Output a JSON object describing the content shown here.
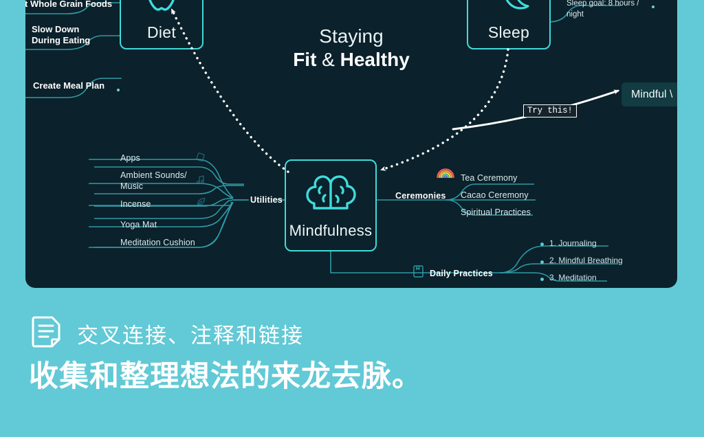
{
  "colors": {
    "page_background": "#62c9d6",
    "canvas_background": "#0b212b",
    "accent_cyan": "#3fdcdc",
    "branch_teal": "#2f9aa5",
    "text_light": "#dcebee",
    "white": "#ffffff",
    "pill_background": "#123b42"
  },
  "mindmap": {
    "center_title": {
      "line1": "Staying",
      "line2_bold_a": "Fit",
      "line2_amp": " & ",
      "line2_bold_b": "Healthy"
    },
    "nodes": {
      "diet": {
        "label": "Diet",
        "icon": "apple-icon"
      },
      "sleep": {
        "label": "Sleep",
        "icon": "moon-stars-icon"
      },
      "mindfulness": {
        "label": "Mindfulness",
        "icon": "brain-icon"
      }
    },
    "diet_leaves": [
      {
        "label": "t Whole Grain Foods"
      },
      {
        "label": "Slow Down During Eating"
      },
      {
        "label": "Create Meal Plan"
      }
    ],
    "sleep_note": "Sleep goal: 8 hours / night",
    "utilities": {
      "label": "Utilities",
      "items": [
        {
          "label": "Apps",
          "icon": "note-icon"
        },
        {
          "label": "Ambient Sounds/ Music",
          "icon": "music-note-icon"
        },
        {
          "label": "Incense",
          "icon": "leaf-icon"
        },
        {
          "label": "Yoga Mat",
          "icon": ""
        },
        {
          "label": "Meditation Cushion",
          "icon": ""
        }
      ]
    },
    "ceremonies": {
      "label": "Ceremonies",
      "icon": "rainbow-icon",
      "items": [
        {
          "label": "Tea Ceremony"
        },
        {
          "label": "Cacao Ceremony"
        },
        {
          "label": "Spiritual Practices"
        }
      ]
    },
    "daily_practices": {
      "label": "Daily Practices",
      "icon": "notebook-icon",
      "items": [
        {
          "label": "1. Journaling"
        },
        {
          "label": "2. Mindful Breathing"
        },
        {
          "label": "3. Meditation"
        }
      ]
    },
    "annotations": {
      "try_this": "Try this!",
      "mindful_pill": "Mindful  \\"
    }
  },
  "caption": {
    "icon": "document-lines-icon",
    "title": "交叉连接、注释和链接",
    "subtitle": "收集和整理想法的来龙去脉。"
  }
}
